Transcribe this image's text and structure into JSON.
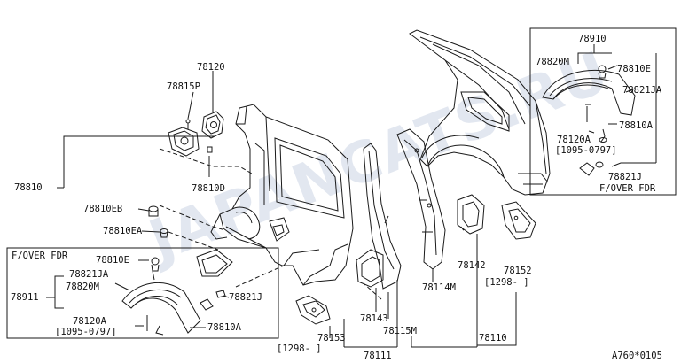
{
  "diagram_code": "A760*0105",
  "watermark": "JAPANCATS.RU",
  "callouts": {
    "p78120_top": "78120",
    "p78815P": "78815P",
    "p78810": "78810",
    "p78810D": "78810D",
    "p78810EB": "78810EB",
    "p78810EA": "78810EA",
    "p78143": "78143",
    "p78115M": "78115M",
    "p78153": "78153",
    "p78153_range": "[1298-    ]",
    "p78111": "78111",
    "p78110": "78110",
    "p78114M": "78114M",
    "p78142": "78142",
    "p78152": "78152",
    "p78152_range": "[1298-    ]"
  },
  "left_group": {
    "title": "F/OVER FDR",
    "p78810E": "78810E",
    "p78821JA": "78821JA",
    "p78820M": "78820M",
    "p78911": "78911",
    "p78821J": "78821J",
    "p78120A": "78120A",
    "p78120A_range": "[1095-0797]",
    "p78810A": "78810A"
  },
  "right_group": {
    "title": "F/OVER FDR",
    "p78910": "78910",
    "p78820M": "78820M",
    "p78810E": "78810E",
    "p78821JA": "78821JA",
    "p78810A": "78810A",
    "p78120A": "78120A",
    "p78120A_range": "[1095-0797]",
    "p78821J": "78821J"
  },
  "colors": {
    "line": "#1a1a1a",
    "background": "#ffffff"
  }
}
